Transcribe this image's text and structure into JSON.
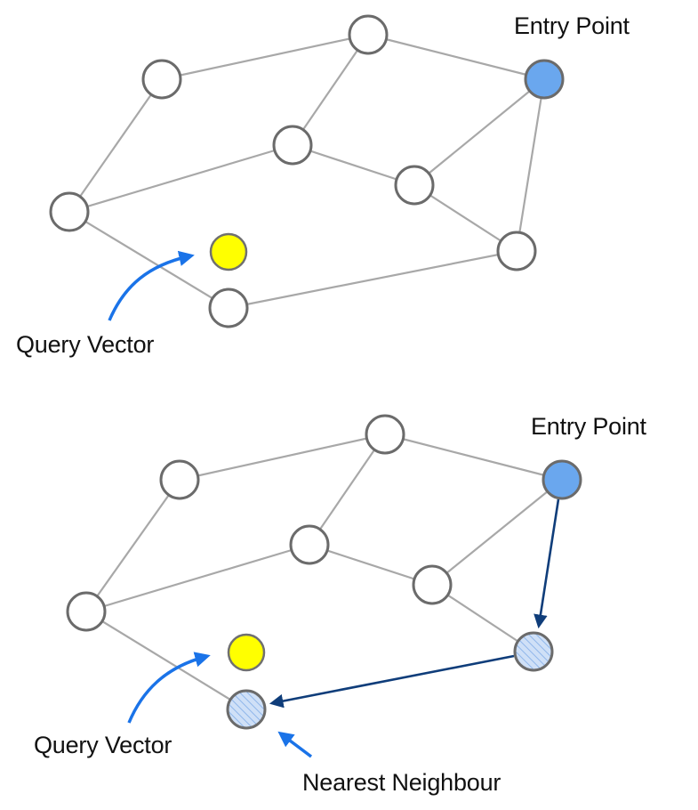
{
  "colors": {
    "node_fill": "#ffffff",
    "node_stroke": "#6b6b6b",
    "edge": "#a8a8a8",
    "entry_node": "#6aa7ee",
    "query_node": "#ffff00",
    "query_stroke": "#707070",
    "visited_hatch": "#bcd5f3",
    "pointer_arrow": "#1a73e8",
    "search_path": "#0f3d7a"
  },
  "top_panel": {
    "entry_label": "Entry Point",
    "query_label": "Query Vector"
  },
  "bottom_panel": {
    "entry_label": "Entry Point",
    "query_label": "Query Vector",
    "nearest_label": "Nearest Neighbour"
  }
}
